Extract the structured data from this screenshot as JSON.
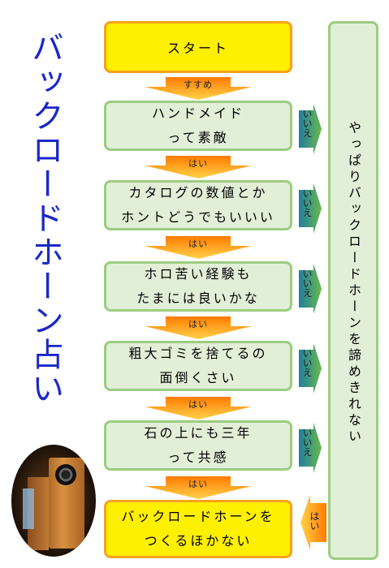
{
  "title": "バックロードホーン占い",
  "start": "スタート",
  "start_arrow": "すすめ",
  "questions": [
    {
      "line1": "ハンドメイド",
      "line2": "って素敵"
    },
    {
      "line1": "カタログの数値とか",
      "line2": "ホントどうでもいいい"
    },
    {
      "line1": "ホロ苦い経験も",
      "line2": "たまには良いかな"
    },
    {
      "line1": "粗大ゴミを捨てるの",
      "line2": "面倒くさい"
    },
    {
      "line1": "石の上にも三年",
      "line2": "って共感"
    }
  ],
  "yes_label": "はい",
  "no_label": "いいえ",
  "result_yes": {
    "line1": "バックロードホーンを",
    "line2": "つくるほかない"
  },
  "result_no": "やっぱりバックロードホーンを諦めきれない",
  "colors": {
    "title": "#1a28c8",
    "box_fill": "#e2efd8",
    "box_border": "#9ccc80",
    "start_fill": "#ffef00",
    "start_border": "#f7a21b",
    "arrow_orange": "#ff9a00",
    "arrow_teal": "#1f8a9a",
    "arrow_green": "#69b84a"
  }
}
